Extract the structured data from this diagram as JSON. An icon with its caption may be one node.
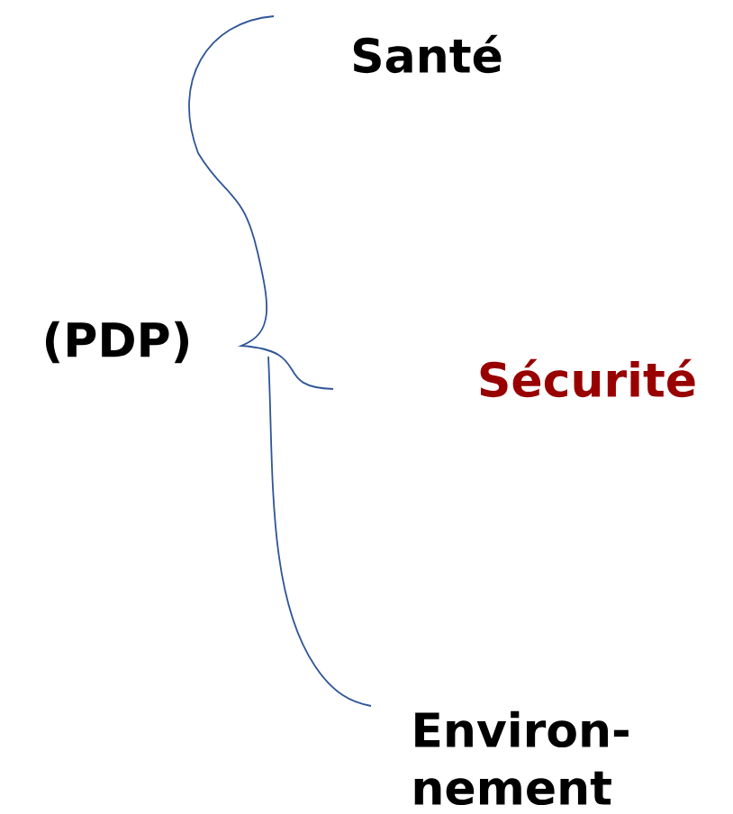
{
  "diagram": {
    "labels": [
      "Santé",
      "(PDP)",
      "Sécurité",
      "Environ- nement"
    ]
  }
}
